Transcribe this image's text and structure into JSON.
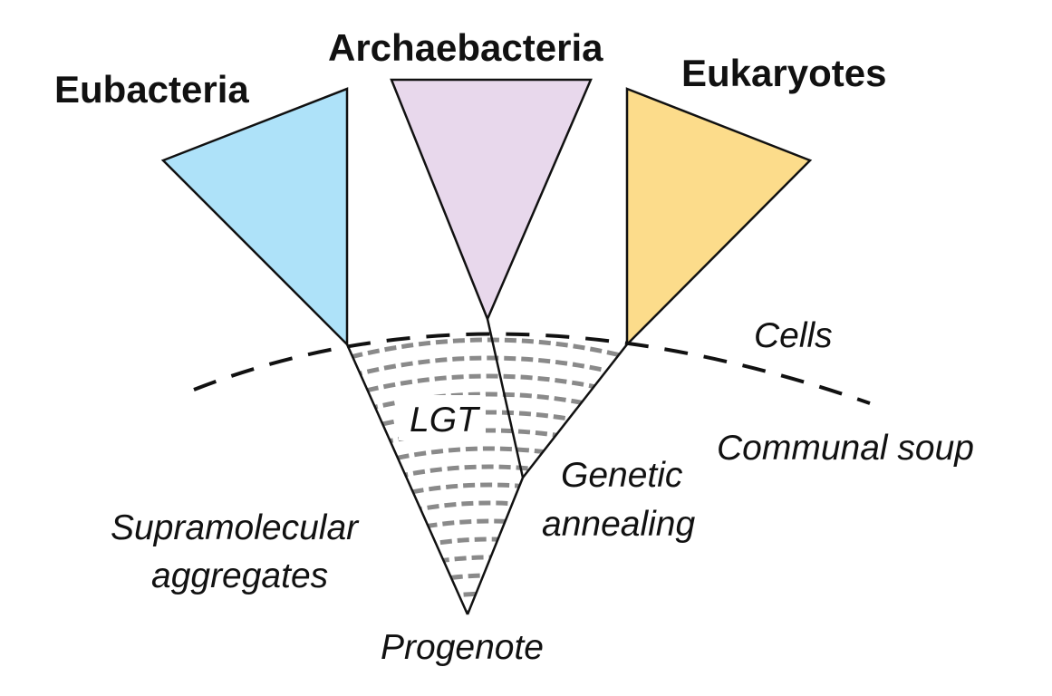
{
  "domains": {
    "eubacteria": {
      "label": "Eubacteria",
      "color": "#aee2f9"
    },
    "archaebacteria": {
      "label": "Archaebacteria",
      "color": "#e8d8ec"
    },
    "eukaryotes": {
      "label": "Eukaryotes",
      "color": "#fcdc8b"
    }
  },
  "annotations": {
    "cells": "Cells",
    "lgt": "LGT",
    "communal_soup": "Communal soup",
    "genetic": "Genetic",
    "annealing": "annealing",
    "supramolecular": "Supramolecular",
    "aggregates": "aggregates",
    "progenote": "Progenote"
  },
  "colors": {
    "outline": "#111111",
    "lgt_dashes": "#8a8a8a"
  }
}
